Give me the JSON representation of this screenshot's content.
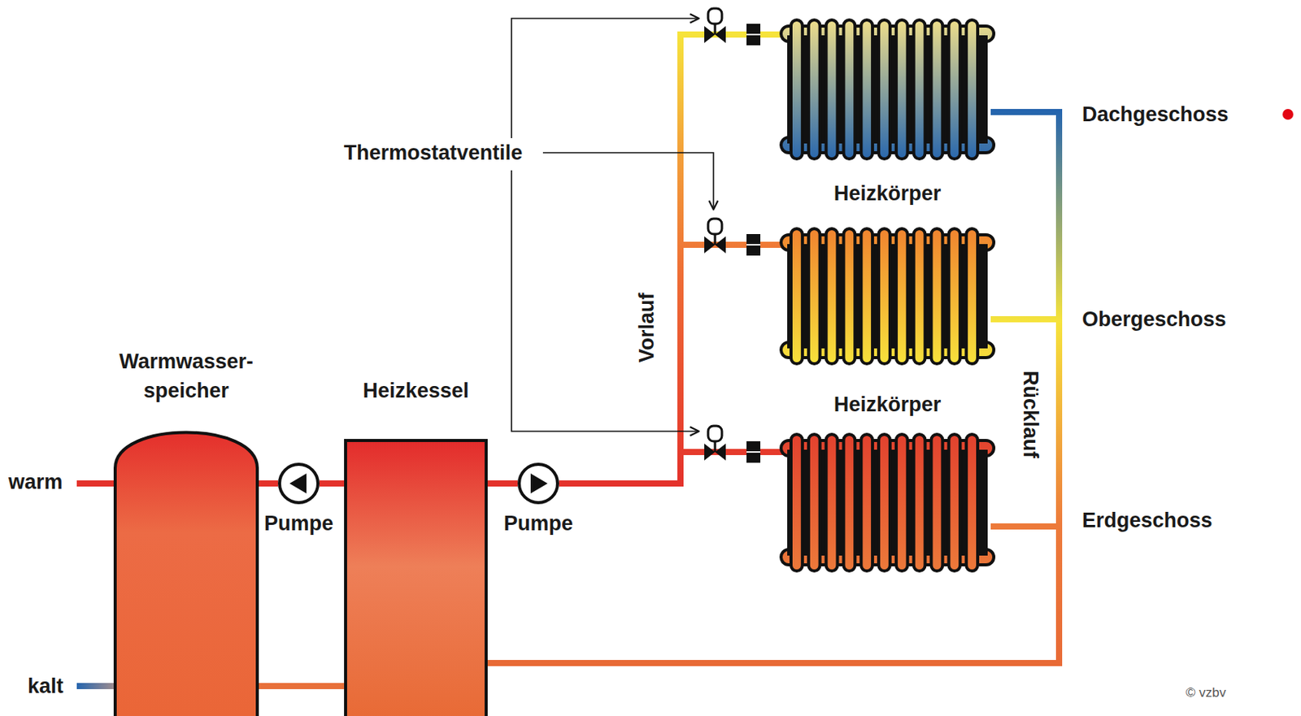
{
  "diagram": {
    "nodes": [
      {
        "text": [
          "Warmwasser- speicher"
        ]
      },
      {
        "text": [
          "Pumpe"
        ]
      },
      {
        "text": [
          "Heizkessel"
        ]
      },
      {
        "text": [
          "Pumpe"
        ]
      },
      {
        "text": [
          "Heizkörper"
        ]
      },
      {
        "text": [
          "Heizkörper"
        ]
      }
    ],
    "edges": [
      {
        "from": 2,
        "to": 1,
        "arrow": "none"
      },
      {
        "from": 1,
        "to": 0,
        "arrow": "none"
      },
      {
        "from": 0,
        "to": 2,
        "arrow": "none"
      },
      {
        "from": 2,
        "to": 3,
        "arrow": "none"
      },
      {
        "from": 3,
        "to": 5,
        "arrow": "none"
      },
      {
        "from": 3,
        "to": 4,
        "arrow": "none"
      },
      {
        "from": 4,
        "to": 2,
        "arrow": "none"
      },
      {
        "from": 5,
        "to": 2,
        "arrow": "none"
      }
    ],
    "labels": [
      "Thermostatventile",
      "Vorlauf",
      "Rücklauf",
      "Dachgeschoss",
      "Obergeschoss",
      "Erdgeschoss",
      "warm",
      "kalt",
      "© vzbv"
    ]
  }
}
